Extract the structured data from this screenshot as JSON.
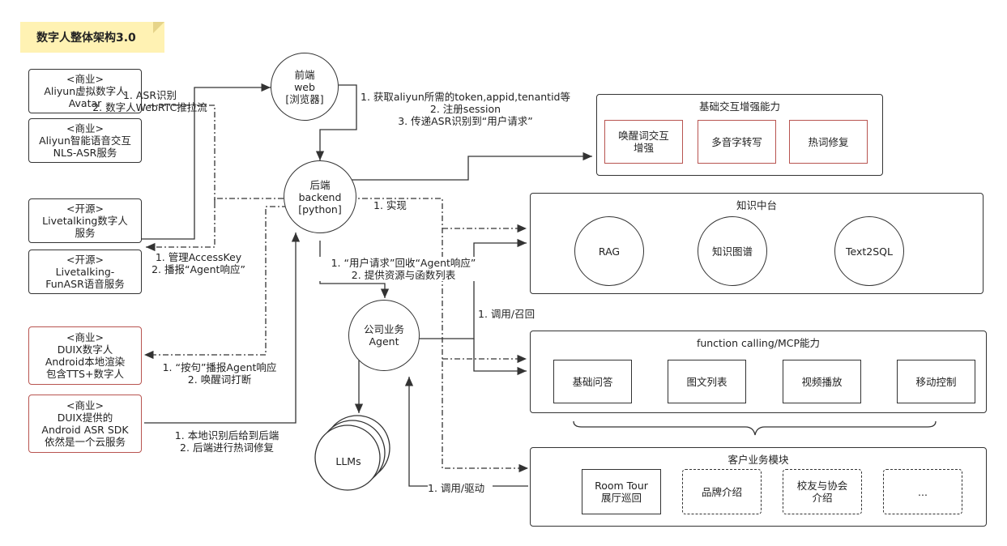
{
  "title": "数字人整体架构3.0",
  "left": {
    "aliyun_avatar": "<商业>\nAliyun虚拟数字人\nAvatar",
    "aliyun_asr": "<商业>\nAliyun智能语音交互\nNLS-ASR服务",
    "livetalking": "<开源>\nLivetalking数字人\n服务",
    "funasr": "<开源>\nLivetalking-\nFunASR语音服务",
    "duix": "<商业>\nDUIX数字人\nAndroid本地渲染\n包含TTS+数字人",
    "duix_asr": "<商业>\nDUIX提供的\nAndroid ASR SDK\n依然是一个云服务"
  },
  "nodes": {
    "frontend": "前端\nweb\n[浏览器]",
    "backend": "后端\nbackend\n[python]",
    "agent": "公司业务\nAgent",
    "llms": "LLMs"
  },
  "labels": {
    "asr_stream": "1. ASR识别\n2. 数字人WebRTC推拉流",
    "frontend_backend": "1. 获取aliyun所需的token,appid,tenantid等\n2. 注册session\n3. 传递ASR识别到“用户请求”",
    "access_key": "1. 管理AccessKey\n2. 播报“Agent响应”",
    "implement": "1. 实现",
    "backend_agent": "1. “用户请求”回收“Agent响应”\n2. 提供资源与函数列表",
    "call_recall": "1. 调用/召回",
    "duix_label": "1. “按句”播报Agent响应\n2. 唤醒词打断",
    "duix_asr_label": "1. 本地识别后给到后端\n2. 后端进行热词修复",
    "call_drive": "1. 调用/驱动"
  },
  "basic": {
    "title": "基础交互增强能力",
    "items": [
      "唤醒词交互\n增强",
      "多音字转写",
      "热词修复"
    ]
  },
  "knowledge": {
    "title": "知识中台",
    "items": [
      "RAG",
      "知识图谱",
      "Text2SQL"
    ]
  },
  "function": {
    "title": "function calling/MCP能力",
    "items": [
      "基础问答",
      "图文列表",
      "视频播放",
      "移动控制"
    ]
  },
  "customer": {
    "title": "客户业务模块",
    "items": [
      "Room Tour\n展厅巡回",
      "品牌介绍",
      "校友与协会\n介绍",
      "..."
    ]
  }
}
